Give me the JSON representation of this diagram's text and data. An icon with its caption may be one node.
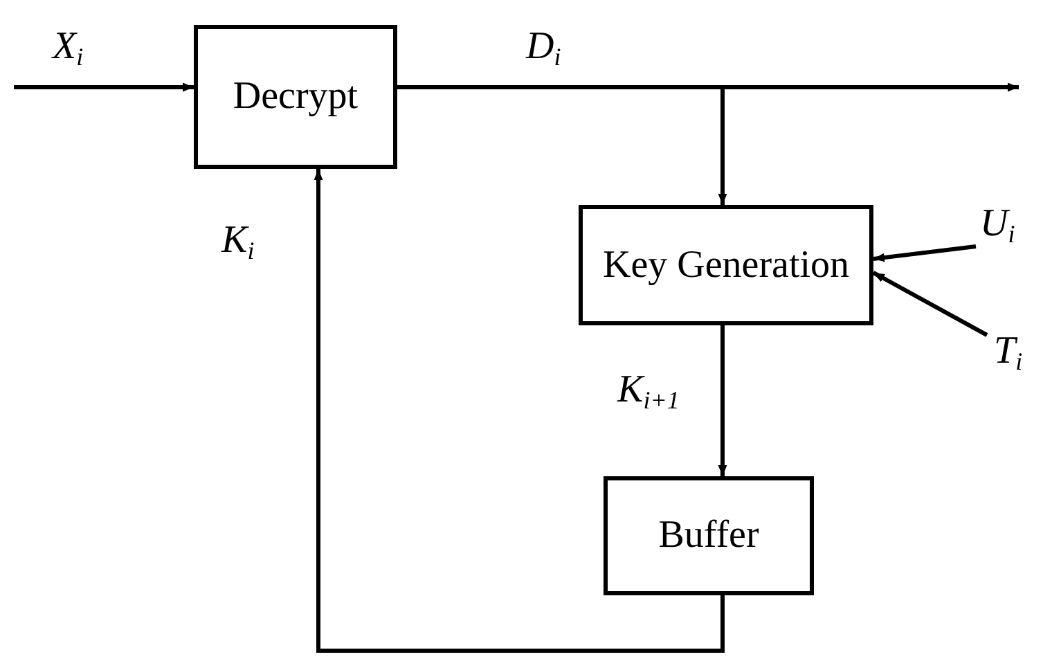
{
  "diagram": {
    "nodes": [
      {
        "text": [
          "Decrypt"
        ]
      },
      {
        "text": [
          "Key Generation"
        ]
      },
      {
        "text": [
          "Buffer"
        ]
      }
    ],
    "edges": [
      {
        "from": null,
        "to": 0,
        "arrow": "to",
        "label": "X$_{i}$"
      },
      {
        "from": 0,
        "to": null,
        "arrow": "to",
        "label": "D$_{i}$"
      },
      {
        "from": 0,
        "to": 1,
        "arrow": "to"
      },
      {
        "from": null,
        "to": 1,
        "arrow": "to",
        "label": "U$_{i}$"
      },
      {
        "from": null,
        "to": 1,
        "arrow": "to",
        "label": "T$_{i}$"
      },
      {
        "from": 1,
        "to": 2,
        "arrow": "to",
        "label": "K$_{i+1}$"
      },
      {
        "from": 2,
        "to": 0,
        "arrow": "to",
        "label": "K$_{i}$"
      }
    ]
  }
}
